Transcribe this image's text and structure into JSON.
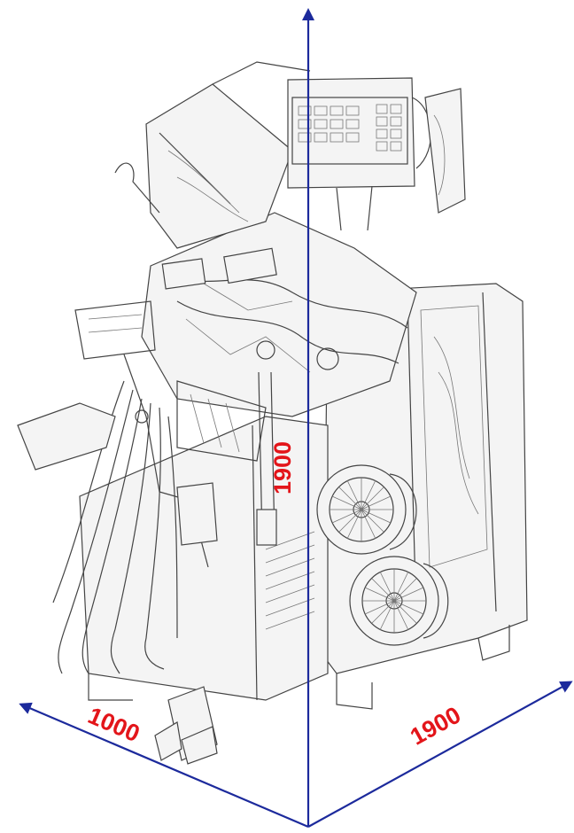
{
  "dimensions": {
    "height_label": "1900",
    "width_label": "1900",
    "depth_label": "1000"
  },
  "colors": {
    "axis": "#1c2a9c",
    "dimension_text": "#e3151a"
  },
  "illustration": "machine-sketch"
}
